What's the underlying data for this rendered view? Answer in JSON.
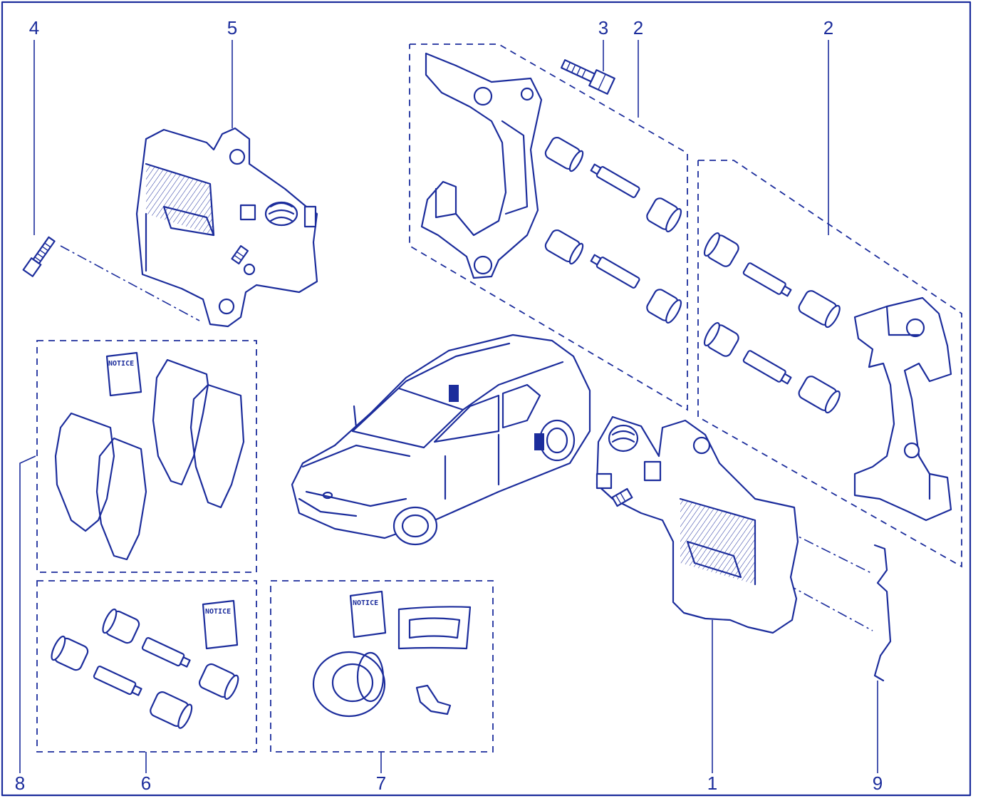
{
  "diagram": {
    "ink_color": "#1c2d9c",
    "background": "#ffffff",
    "callouts": [
      "1",
      "2",
      "2",
      "3",
      "4",
      "5",
      "6",
      "7",
      "8",
      "9"
    ],
    "notice_label": "NOTICE",
    "groups": [
      {
        "callout": "1",
        "part": "brake-caliper-right"
      },
      {
        "callout": "2",
        "part": "caliper-carrier-kit"
      },
      {
        "callout": "3",
        "part": "carrier-bolt"
      },
      {
        "callout": "4",
        "part": "bleed-screw"
      },
      {
        "callout": "5",
        "part": "brake-caliper-left"
      },
      {
        "callout": "6",
        "part": "guide-pin-kit"
      },
      {
        "callout": "7",
        "part": "seal-repair-kit"
      },
      {
        "callout": "8",
        "part": "brake-pad-set"
      },
      {
        "callout": "9",
        "part": "anti-rattle-spring"
      }
    ]
  }
}
